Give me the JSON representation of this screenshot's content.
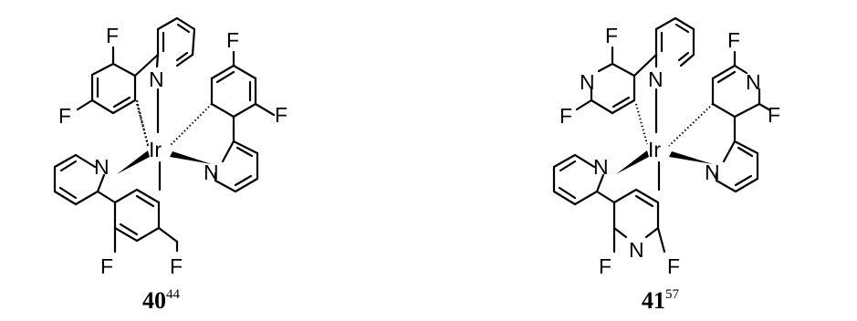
{
  "figure": {
    "compounds": [
      {
        "number": "40",
        "reference": "44",
        "labels": {
          "metal": "Ir",
          "n_top": "N",
          "n_left": "N",
          "n_right": "N",
          "f_ul": "F",
          "f_ll": "F",
          "f_r": "F",
          "f_ur": "F",
          "f_bl": "F",
          "f_br": "F"
        }
      },
      {
        "number": "41",
        "reference": "57",
        "labels": {
          "metal": "Ir",
          "n_top": "N",
          "n_left": "N",
          "n_right": "N",
          "ring_n_left": "N",
          "ring_n_right": "N",
          "ring_n_bottom": "N",
          "f_ul": "F",
          "f_ll": "F",
          "f_ur": "F",
          "f_r": "F",
          "f_bl": "F",
          "f_br": "F"
        }
      }
    ]
  }
}
